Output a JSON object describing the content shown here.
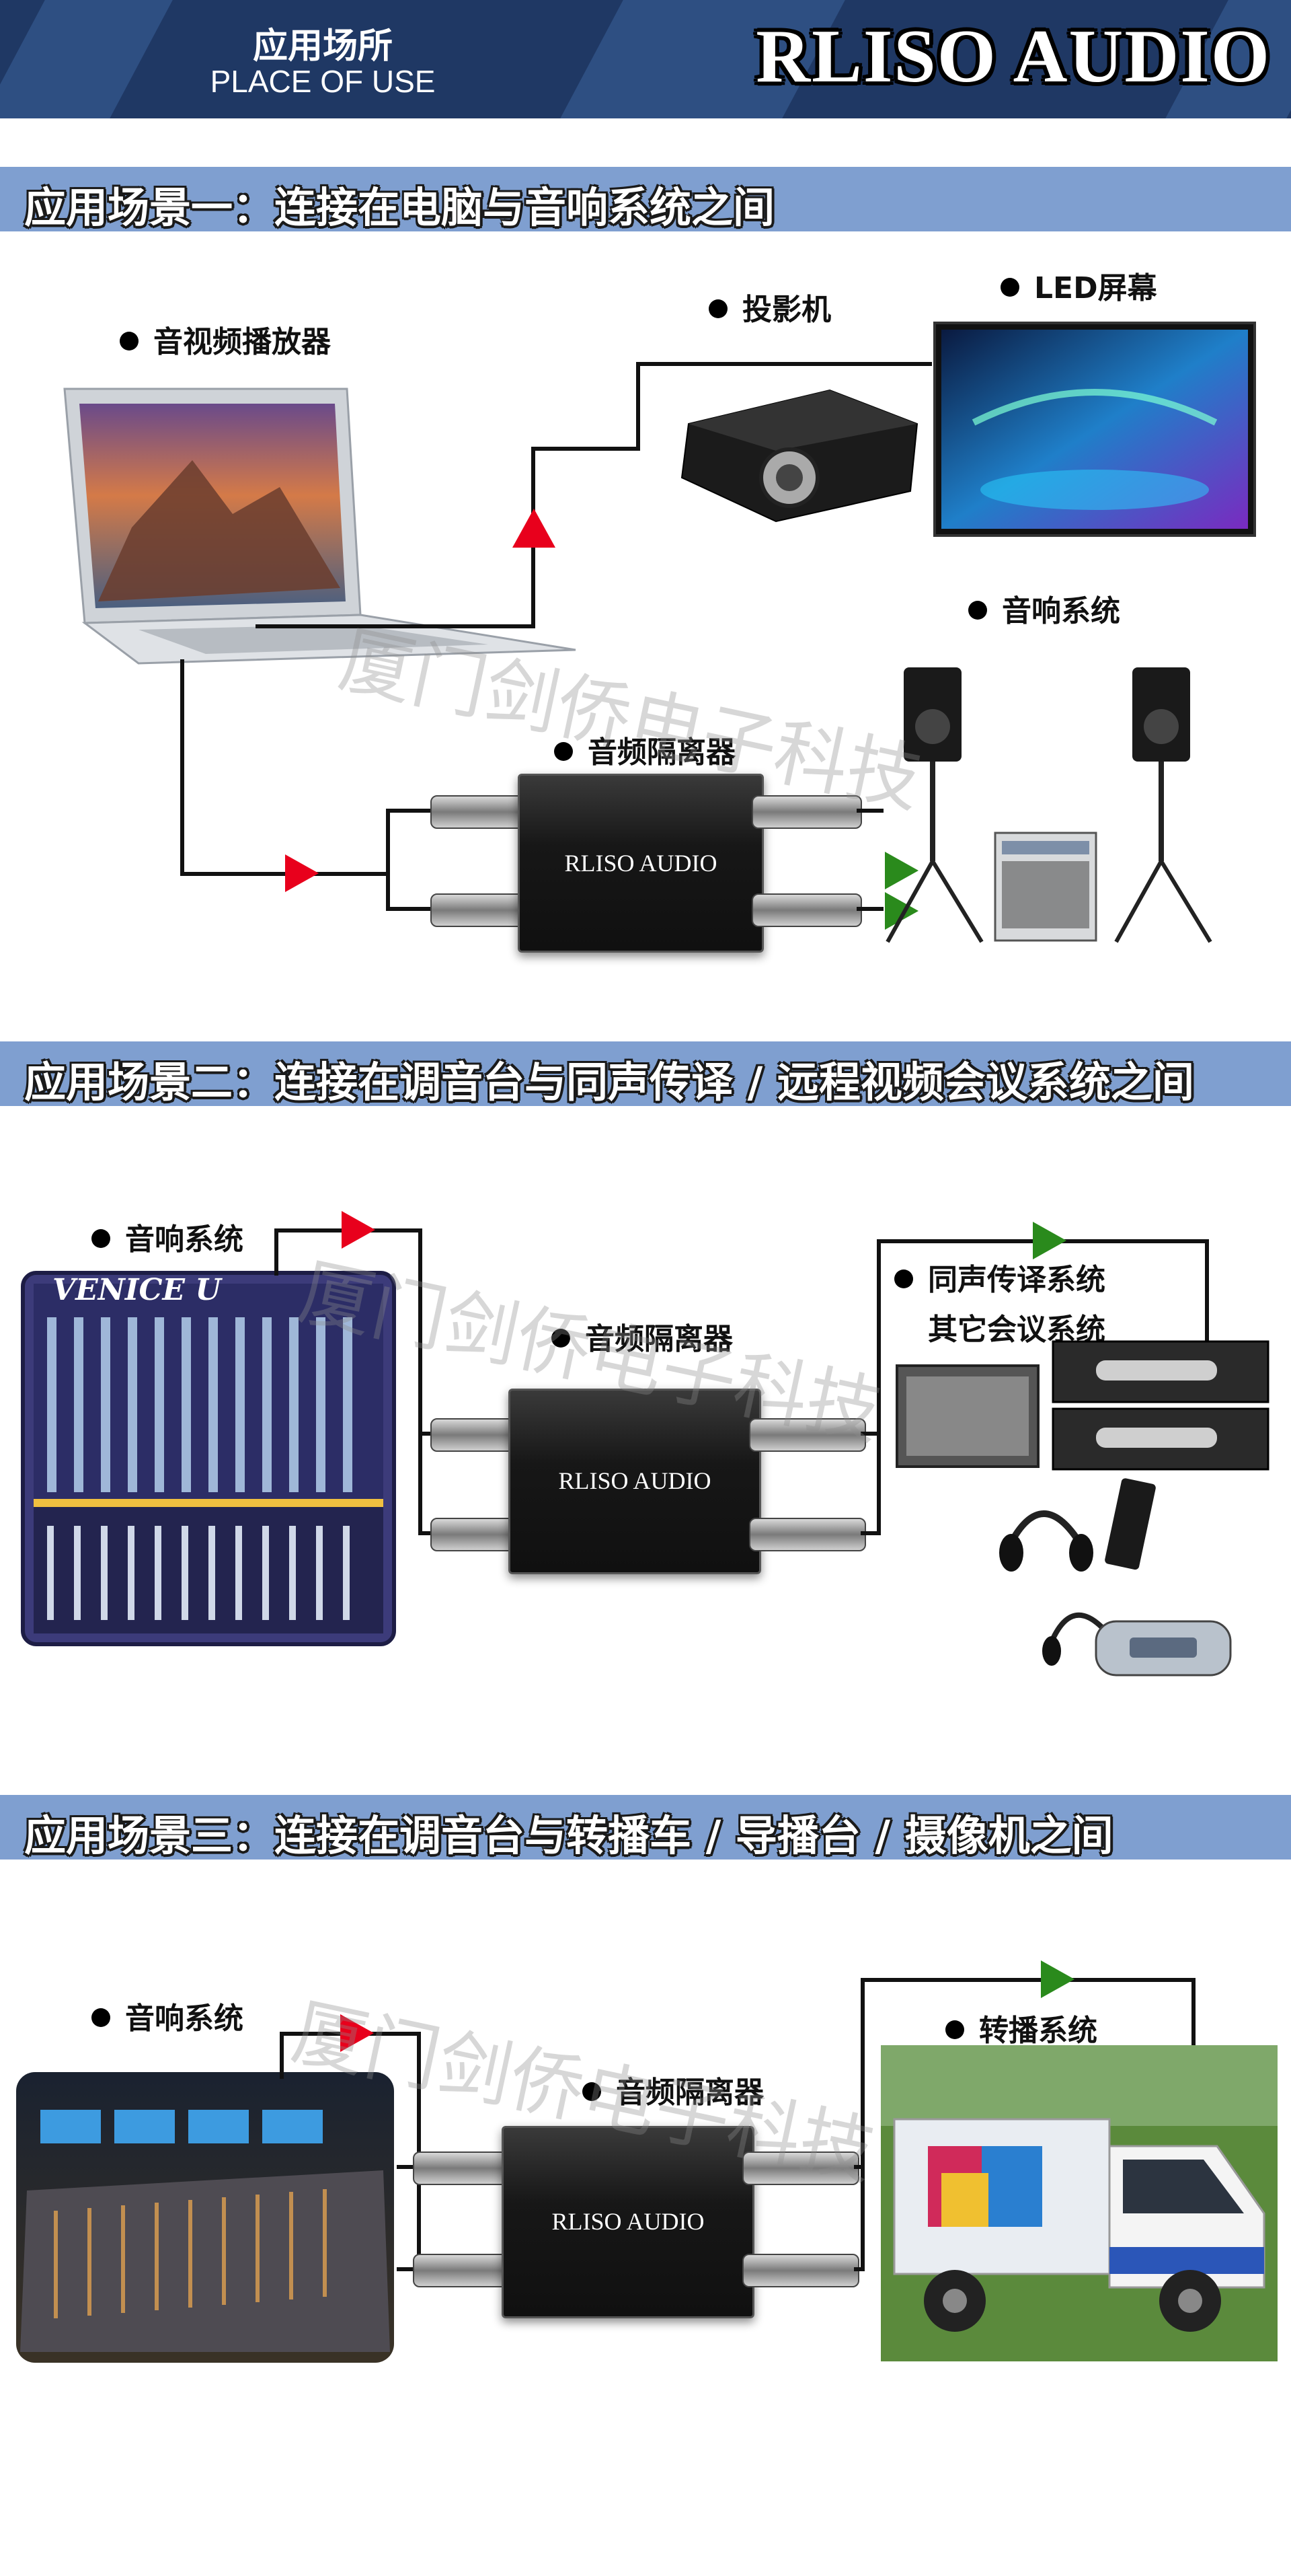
{
  "header": {
    "title_cn": "应用场所",
    "title_en": "PLACE OF USE",
    "brand": "RLISO AUDIO"
  },
  "watermark": "厦门剑侨电子科技",
  "isolator_label": "RLISO AUDIO",
  "scene1": {
    "title": "应用场景一：连接在电脑与音响系统之间",
    "labels": {
      "player": "音视频播放器",
      "projector": "投影机",
      "led": "LED屏幕",
      "sound": "音响系统",
      "isolator": "音频隔离器"
    }
  },
  "scene2": {
    "title": "应用场景二：连接在调音台与同声传译 / 远程视频会议系统之间",
    "labels": {
      "sound": "音响系统",
      "isolator": "音频隔离器",
      "interp": "同声传译系统",
      "other": "其它会议系统"
    },
    "mixer_brand": "VENICE U"
  },
  "scene3": {
    "title": "应用场景三：连接在调音台与转播车 / 导播台 / 摄像机之间",
    "labels": {
      "sound": "音响系统",
      "isolator": "音频隔离器",
      "broadcast": "转播系统"
    }
  },
  "colors": {
    "header_bg": "#1f3864",
    "section_bar": "#7f9fd0",
    "arrow_red": "#e8001c",
    "arrow_green": "#2a8a1c"
  },
  "icons": [
    "laptop-icon",
    "projector-icon",
    "led-screen-icon",
    "speaker-icon",
    "mixer-icon",
    "audio-isolator-icon",
    "interpreter-rack-icon",
    "headphone-icon",
    "console-icon",
    "broadcast-truck-icon"
  ]
}
